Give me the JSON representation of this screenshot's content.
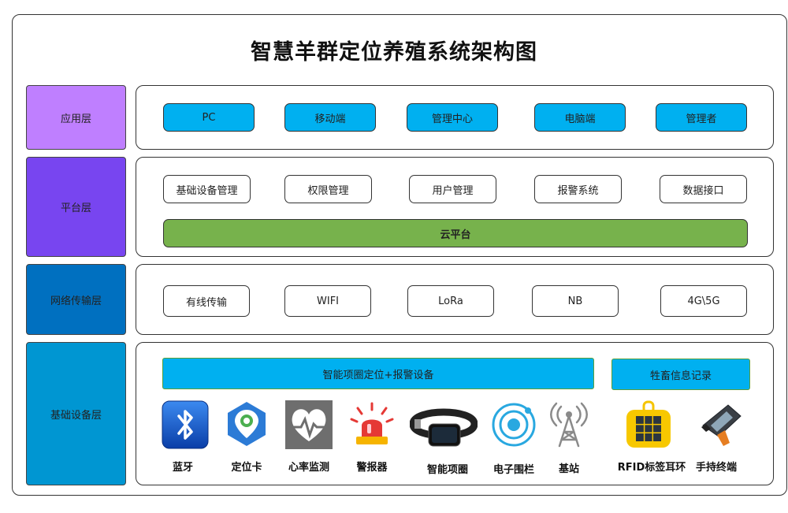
{
  "title": "智慧羊群定位养殖系统架构图",
  "colors": {
    "app_layer": "#bf7fff",
    "platform_layer": "#7845f0",
    "network_layer": "#0070c0",
    "base_layer": "#0096d2",
    "highlight_box": "#00b0f0",
    "cloud_bar": "#77b24c"
  },
  "layers": {
    "application": {
      "label": "应用层",
      "items": [
        "PC",
        "移动端",
        "管理中心",
        "电脑端",
        "管理者"
      ]
    },
    "platform": {
      "label": "平台层",
      "items": [
        "基础设备管理",
        "权限管理",
        "用户管理",
        "报警系统",
        "数据接口"
      ],
      "cloud": "云平台"
    },
    "network": {
      "label": "网络传输层",
      "items": [
        "有线传输",
        "WIFI",
        "LoRa",
        "NB",
        "4G\\5G"
      ]
    },
    "base": {
      "label": "基础设备层",
      "bar_left": "智能项圈定位+报警设备",
      "bar_right": "牲畜信息记录",
      "devices": [
        {
          "label": "蓝牙",
          "icon": "bluetooth-icon"
        },
        {
          "label": "定位卡",
          "icon": "location-pin-icon"
        },
        {
          "label": "心率监测",
          "icon": "heart-rate-icon"
        },
        {
          "label": "警报器",
          "icon": "alarm-light-icon"
        },
        {
          "label": "智能项圈",
          "icon": "smart-collar-icon"
        },
        {
          "label": "电子围栏",
          "icon": "e-fence-icon"
        },
        {
          "label": "基站",
          "icon": "base-station-icon"
        },
        {
          "label": "RFID标签耳环",
          "icon": "rfid-ear-tag-icon"
        },
        {
          "label": "手持终端",
          "icon": "handheld-terminal-icon"
        }
      ]
    }
  }
}
